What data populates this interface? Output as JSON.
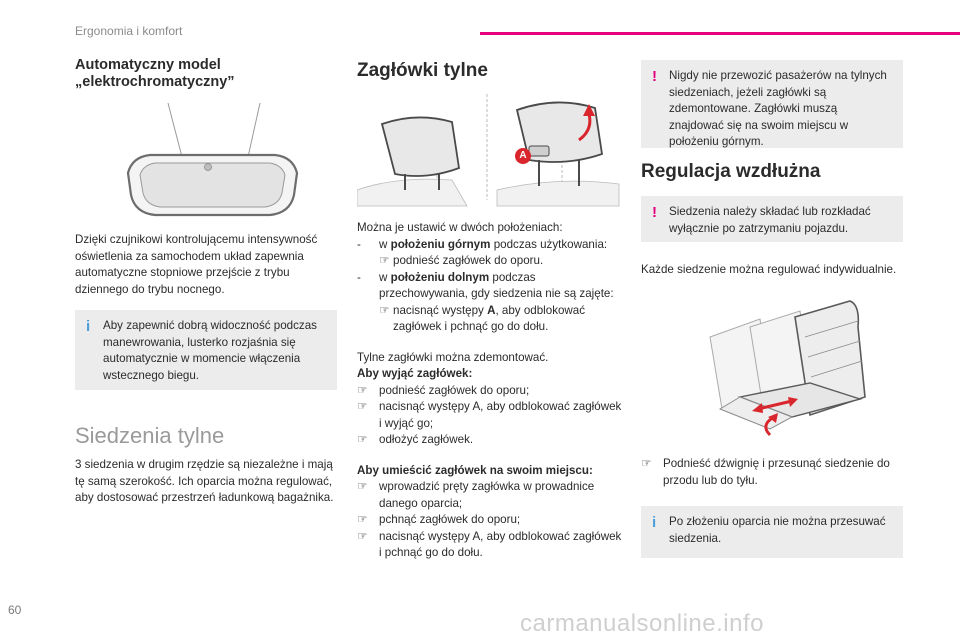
{
  "header": {
    "section": "Ergonomia i komfort"
  },
  "col1": {
    "mirror_title_1": "Automatyczny model",
    "mirror_title_2": "„elektrochromatyczny”",
    "mirror_text": "Dzięki czujnikowi kontrolującemu intensywność oświetlenia za samochodem układ zapewnia automatyczne stopniowe przejście z trybu dziennego do trybu nocnego.",
    "mirror_note": "Aby zapewnić dobrą widoczność podczas manewrowania, lusterko rozjaśnia się automatycznie w momencie włączenia wstecznego biegu.",
    "rear_title": "Siedzenia tylne",
    "rear_text": "3 siedzenia w drugim rzędzie są niezależne i mają tę samą szerokość. Ich oparcia można regulować, aby dostosować przestrzeń ładunkową bagażnika."
  },
  "col2": {
    "title": "Zagłówki tylne",
    "label_A": "A",
    "intro": "Można je ustawić w dwóch położeniach:",
    "pos1_dash": "-",
    "pos1_pre": "w",
    "pos1_bold": "położeniu górnym",
    "pos1_rest": "podczas użytkowania:",
    "pos1_step": "podnieść zagłówek do oporu.",
    "pos2_dash": "-",
    "pos2_pre": "w",
    "pos2_bold": "położeniu dolnym",
    "pos2_rest": "podczas przechowywania, gdy siedzenia nie są zajęte:",
    "pos2_step_pre": "nacisnąć występy",
    "pos2_step_A": "A",
    "pos2_step_rest": ", aby odblokować zagłówek i pchnąć go do dołu.",
    "remove_intro": "Tylne zagłówki można zdemontować.",
    "remove_title": "Aby wyjąć zagłówek:",
    "remove_steps": [
      "podnieść zagłówek do oporu;",
      "nacisnąć występy A, aby odblokować zagłówek i wyjąć go;",
      "odłożyć zagłówek."
    ],
    "refit_title": "Aby umieścić zagłówek na swoim miejscu:",
    "refit_steps": [
      "wprowadzić pręty zagłówka w prowadnice danego oparcia;",
      "pchnąć zagłówek do oporu;",
      "nacisnąć występy A, aby odblokować zagłówek i pchnąć go do dołu."
    ],
    "step_glyph": "☞"
  },
  "col3": {
    "warn_headrest": "Nigdy nie przewozić pasażerów na tylnych siedzeniach, jeżeli zagłówki są zdemontowane. Zagłówki muszą znajdować się na swoim miejscu w położeniu górnym.",
    "title": "Regulacja wzdłużna",
    "warn_fold": "Siedzenia należy składać lub rozkładać wyłącznie po zatrzymaniu pojazdu.",
    "text": "Każde siedzenie można regulować indywidualnie.",
    "step": "Podnieść dźwignię i przesunąć siedzenie do przodu lub do tyłu.",
    "note": "Po złożeniu oparcia nie można przesuwać siedzenia."
  },
  "footer": {
    "page_number": "60",
    "watermark": "carmanualsonline.info"
  },
  "colors": {
    "accent": "#e6007e",
    "info": "#4a9fd9",
    "note_bg": "#ececec",
    "arrow_red": "#d9262c"
  },
  "icons": {
    "info": "info-icon",
    "warning": "warning-icon",
    "step": "pointing-hand-icon"
  }
}
